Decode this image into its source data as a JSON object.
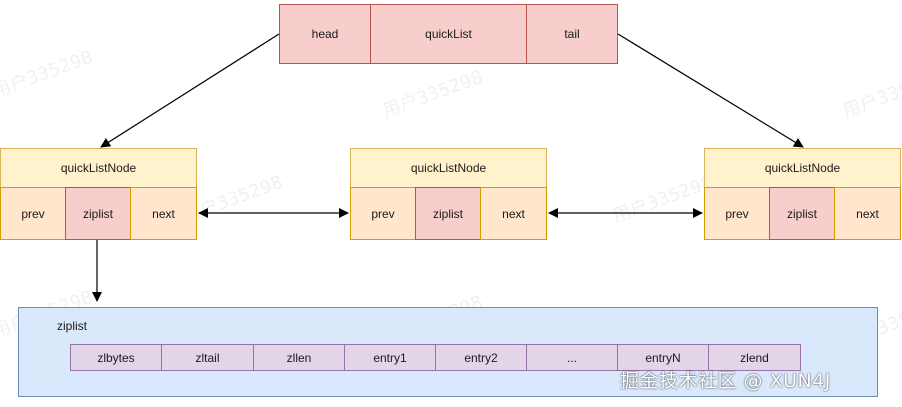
{
  "quicklist": {
    "head": "head",
    "title": "quickList",
    "tail": "tail"
  },
  "nodes": [
    {
      "title": "quickListNode",
      "prev": "prev",
      "ziplist": "ziplist",
      "next": "next"
    },
    {
      "title": "quickListNode",
      "prev": "prev",
      "ziplist": "ziplist",
      "next": "next"
    },
    {
      "title": "quickListNode",
      "prev": "prev",
      "ziplist": "ziplist",
      "next": "next"
    }
  ],
  "ziplist": {
    "label": "ziplist",
    "cells": [
      "zlbytes",
      "zltail",
      "zllen",
      "entry1",
      "entry2",
      "...",
      "entryN",
      "zlend"
    ]
  },
  "watermark": "用户335298",
  "credit": "掘金技术社区 @ XUN4J",
  "colors": {
    "pink_fill": "#f8cecc",
    "node_title_fill": "#fff2cc",
    "node_field_fill": "#ffe6cc",
    "ziplist_container_fill": "#dae8fc",
    "ziplist_cell_fill": "#e1d5e7"
  }
}
